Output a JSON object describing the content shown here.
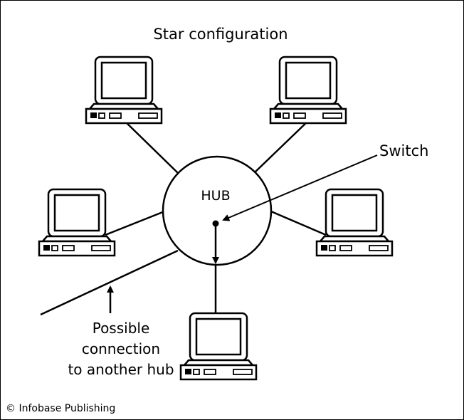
{
  "diagram": {
    "title": "Star configuration",
    "hub_label": "HUB",
    "switch_label": "Switch",
    "connection_label_lines": [
      "Possible",
      "connection",
      "to another hub"
    ],
    "credit": "© Infobase Publishing"
  },
  "colors": {
    "stroke": "#000000",
    "background": "#ffffff"
  }
}
